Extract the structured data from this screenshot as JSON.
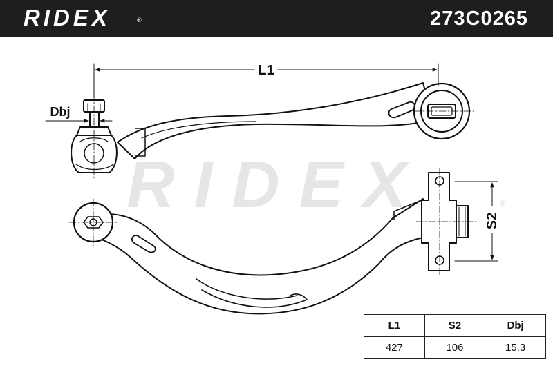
{
  "header": {
    "brand": "RIDEX",
    "brand_mark": "®",
    "part_number": "273C0265"
  },
  "watermark": {
    "text": "RIDEX",
    "mark": "®"
  },
  "dimensions": {
    "l1_label": "L1",
    "s2_label": "S2",
    "dbj_label": "Dbj"
  },
  "spec_table": {
    "headers": [
      "L1",
      "S2",
      "Dbj"
    ],
    "values": [
      "427",
      "106",
      "15.3"
    ]
  },
  "colors": {
    "header_bg": "#1e1e1e",
    "watermark": "#e6e6e6",
    "line": "#111111"
  }
}
